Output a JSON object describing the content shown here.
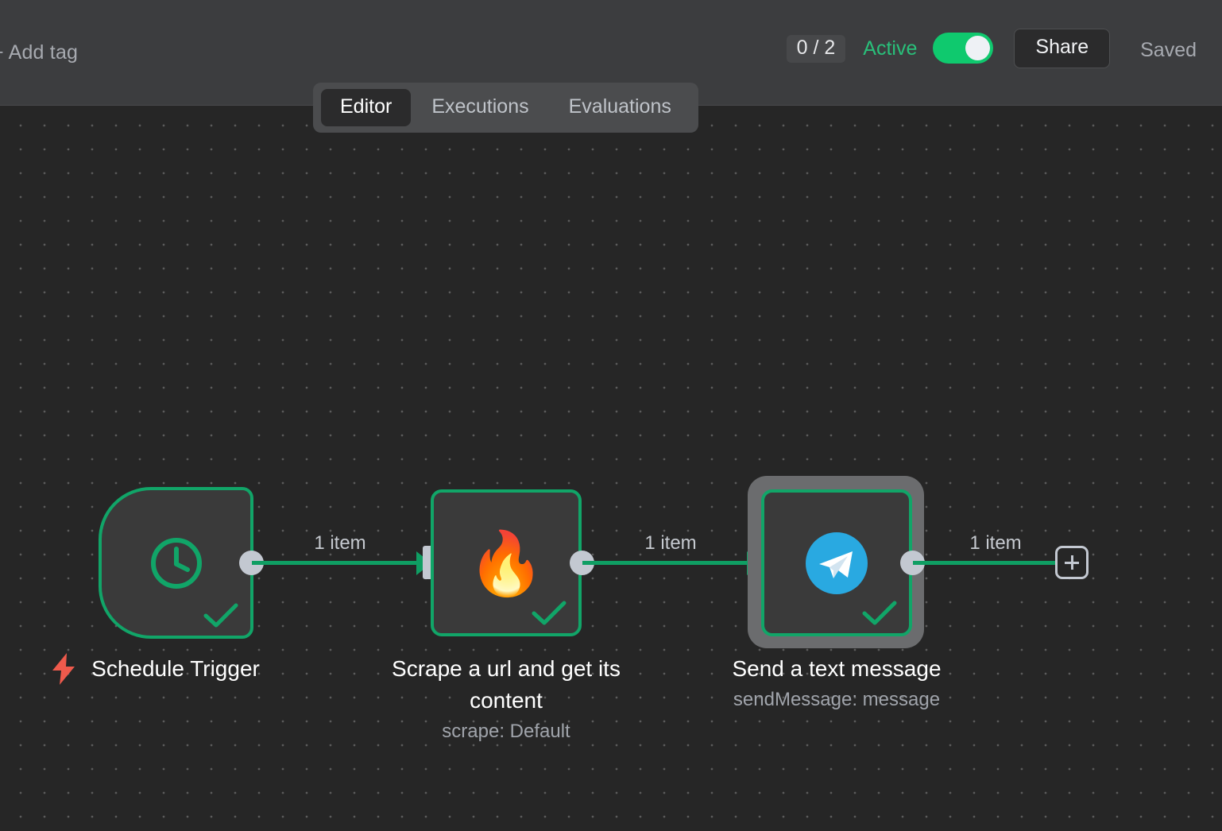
{
  "header": {
    "add_tag_label": "+ Add tag",
    "count_badge": "0 / 2",
    "active_label": "Active",
    "toggle_state": "on",
    "share_label": "Share",
    "saved_label": "Saved",
    "accent_green": "#0fc96e",
    "active_text_color": "#29c07a"
  },
  "tabs": [
    {
      "label": "Editor",
      "active": true
    },
    {
      "label": "Executions",
      "active": false
    },
    {
      "label": "Evaluations",
      "active": false
    }
  ],
  "canvas": {
    "background_color": "#262626",
    "grid_dot_color": "#5b5b5b",
    "edge_color": "#0f9e63",
    "node_border_color": "#11a568",
    "node_body_color": "#3a3a3a",
    "selection_ring_color": "#6b6c6e"
  },
  "nodes": [
    {
      "id": "schedule-trigger",
      "title": "Schedule Trigger",
      "subtitle": "",
      "icon": "clock-icon",
      "shape": "trigger",
      "status": "success",
      "selected": false
    },
    {
      "id": "firecrawl-scrape",
      "title": "Scrape a url and get its\ncontent",
      "subtitle": "scrape: Default",
      "icon": "fire-icon",
      "shape": "standard",
      "status": "success",
      "selected": false
    },
    {
      "id": "telegram-send",
      "title": "Send a text message",
      "subtitle": "sendMessage: message",
      "icon": "telegram-icon",
      "shape": "standard",
      "status": "success",
      "selected": true
    }
  ],
  "edges": [
    {
      "from": "schedule-trigger",
      "to": "firecrawl-scrape",
      "label": "1 item"
    },
    {
      "from": "firecrawl-scrape",
      "to": "telegram-send",
      "label": "1 item"
    },
    {
      "from": "telegram-send",
      "to": "add-node",
      "label": "1 item"
    }
  ],
  "add_node_button": {
    "label": "+"
  },
  "trigger_bolt": {
    "icon": "lightning-bolt-icon",
    "color": "#ef5a4c"
  }
}
